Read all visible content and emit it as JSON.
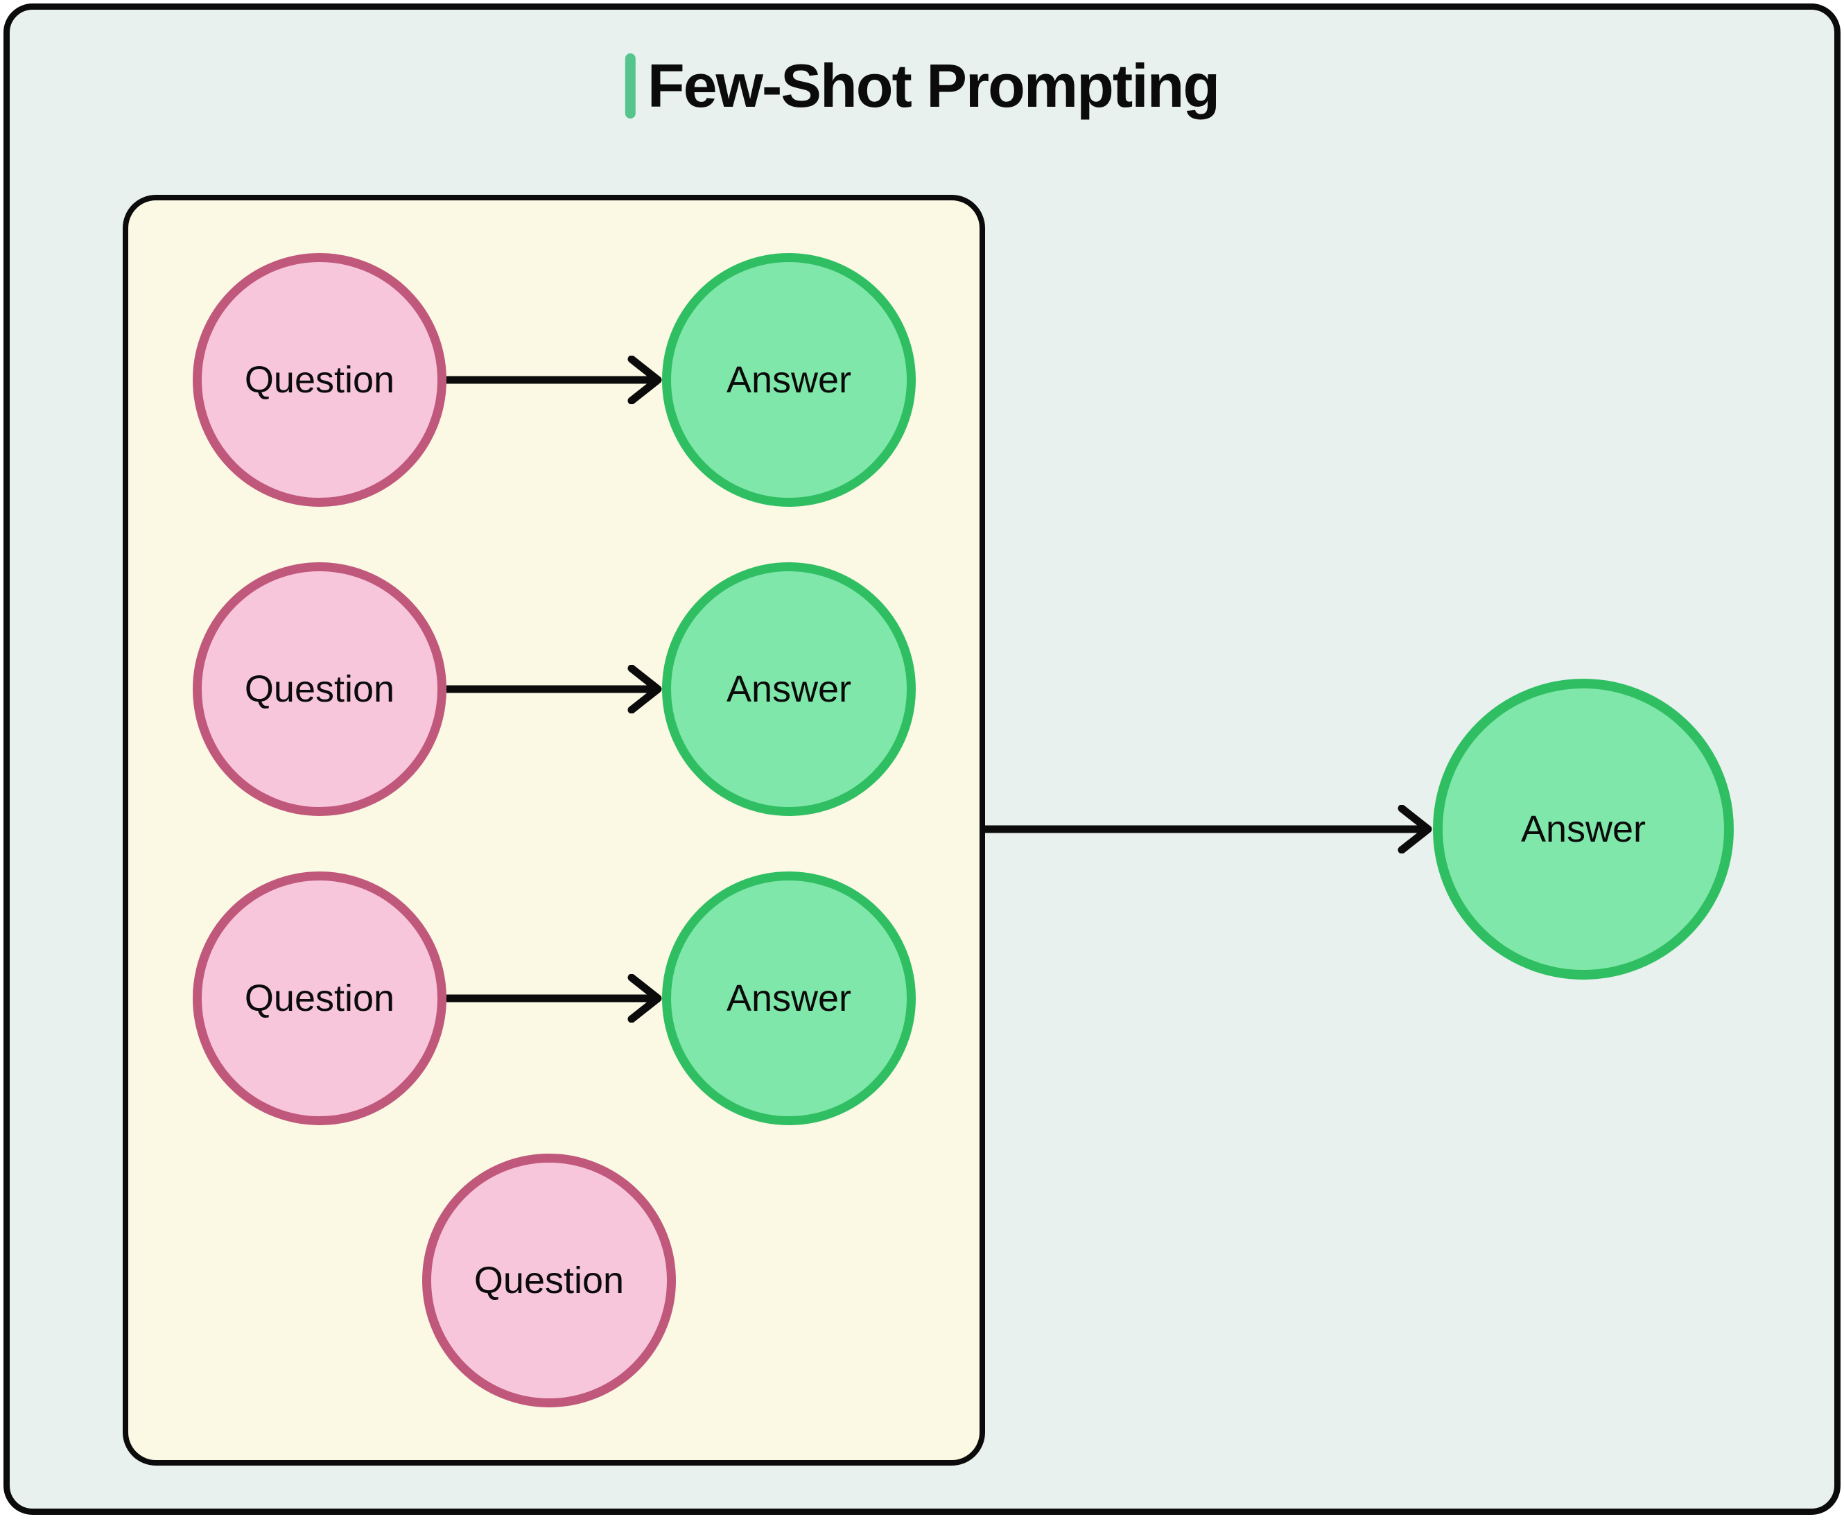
{
  "title": {
    "text": "Few-Shot Prompting"
  },
  "examples_box": {
    "rows": [
      {
        "question": "Question",
        "answer": "Answer"
      },
      {
        "question": "Question",
        "answer": "Answer"
      },
      {
        "question": "Question",
        "answer": "Answer"
      }
    ],
    "pending_question": {
      "label": "Question"
    }
  },
  "output": {
    "label": "Answer"
  },
  "colors": {
    "ink": "#0b0b0b",
    "bg-outer": "#e8f1ee",
    "bg-card": "#fbf8e4",
    "pink-fill": "#f8c6db",
    "pink-stroke": "#c0587c",
    "green-fill": "#7fe7a9",
    "green-stroke": "#2fbf62",
    "accent": "#55c58d"
  }
}
